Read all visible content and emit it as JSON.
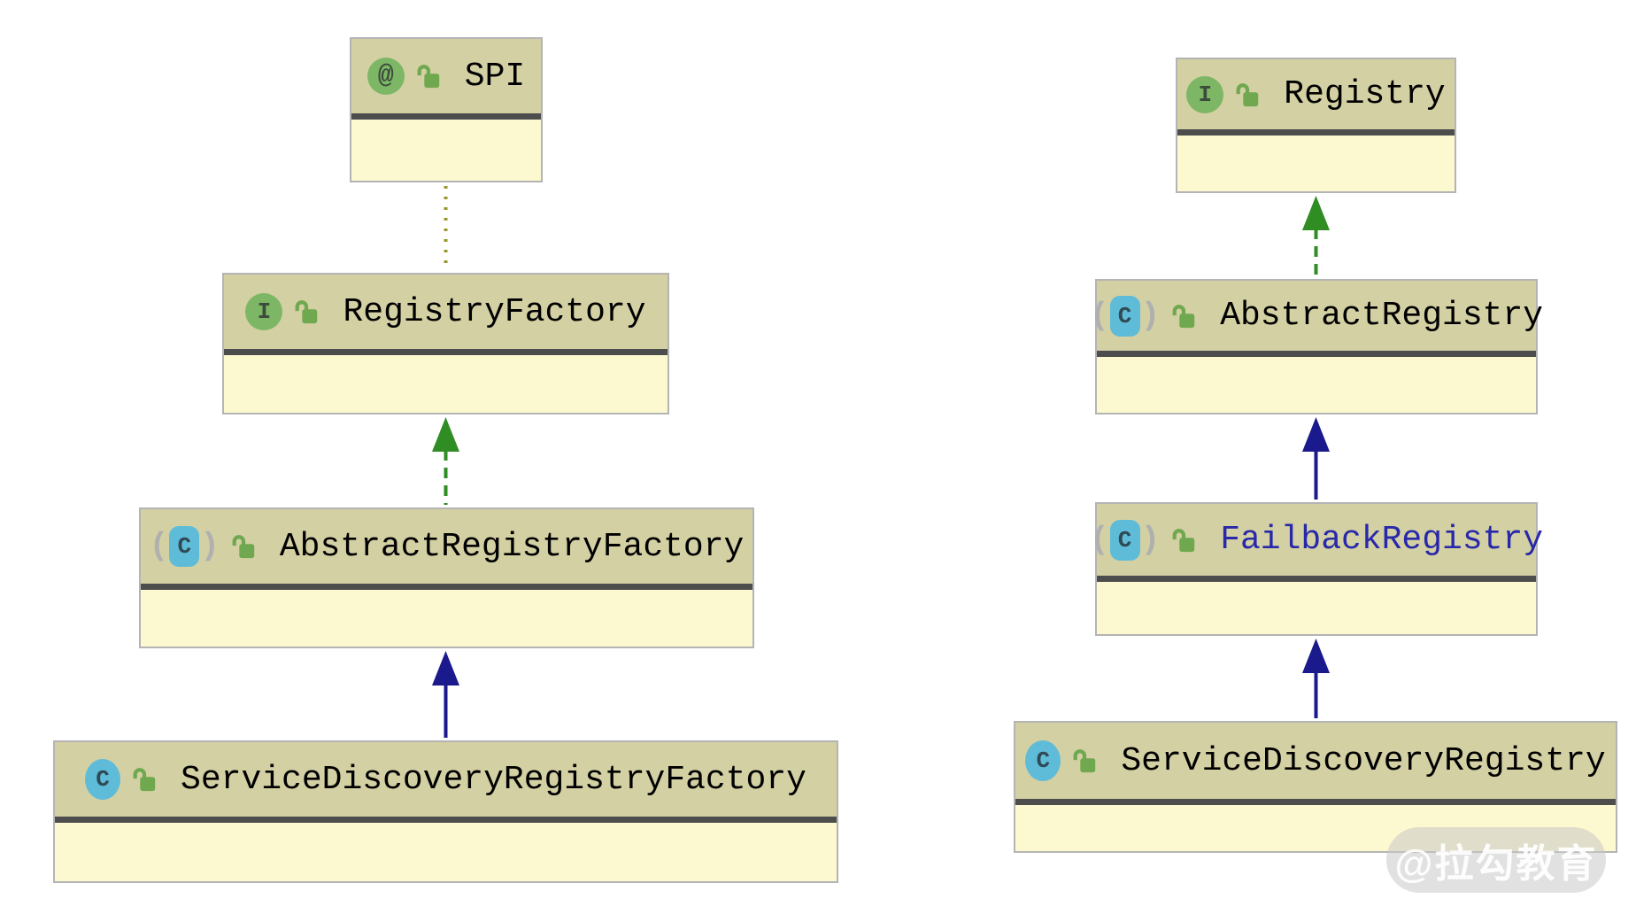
{
  "diagram_type": "uml-class-hierarchy",
  "colors": {
    "page_bg": "#ffffff",
    "box_header_bg": "#d3d0a3",
    "box_body_bg": "#fcf8cf",
    "box_border": "#b4b4b4",
    "box_divider": "#4d4d4d",
    "name_text": "#000000",
    "accent_name_text": "#2828aa",
    "extends_arrow": "#1a1a8c",
    "implements_arrow": "#2f8d24",
    "annotation_line": "#97972a",
    "interface_icon_bg": "#7db765",
    "class_icon_bg": "#5fbcd8",
    "lock_icon": "#6fa84f",
    "abstract_paren": "#b0b0b0"
  },
  "nodes": [
    {
      "label": "SPI",
      "kind": "annotation",
      "icon_glyph": "@",
      "visibility": "public"
    },
    {
      "label": "RegistryFactory",
      "kind": "interface",
      "icon_glyph": "I",
      "visibility": "public"
    },
    {
      "label": "AbstractRegistryFactory",
      "kind": "abstract-class",
      "icon_glyph": "C",
      "visibility": "public"
    },
    {
      "label": "ServiceDiscoveryRegistryFactory",
      "kind": "class",
      "icon_glyph": "C",
      "visibility": "public"
    },
    {
      "label": "Registry",
      "kind": "interface",
      "icon_glyph": "I",
      "visibility": "public"
    },
    {
      "label": "AbstractRegistry",
      "kind": "abstract-class",
      "icon_glyph": "C",
      "visibility": "public"
    },
    {
      "label": "FailbackRegistry",
      "kind": "abstract-class",
      "icon_glyph": "C",
      "visibility": "public"
    },
    {
      "label": "ServiceDiscoveryRegistry",
      "kind": "class",
      "icon_glyph": "C",
      "visibility": "public"
    }
  ],
  "edges": [
    {
      "from": "RegistryFactory",
      "to": "SPI",
      "type": "annotated-with",
      "style": "dotted-olive",
      "arrowhead": "none"
    },
    {
      "from": "AbstractRegistryFactory",
      "to": "RegistryFactory",
      "type": "implements",
      "style": "dashed-green",
      "arrowhead": "solid-triangle"
    },
    {
      "from": "ServiceDiscoveryRegistryFactory",
      "to": "AbstractRegistryFactory",
      "type": "extends",
      "style": "solid-blue",
      "arrowhead": "solid-triangle"
    },
    {
      "from": "AbstractRegistry",
      "to": "Registry",
      "type": "implements",
      "style": "dashed-green",
      "arrowhead": "solid-triangle"
    },
    {
      "from": "FailbackRegistry",
      "to": "AbstractRegistry",
      "type": "extends",
      "style": "solid-blue",
      "arrowhead": "solid-triangle"
    },
    {
      "from": "ServiceDiscoveryRegistry",
      "to": "FailbackRegistry",
      "type": "extends",
      "style": "solid-blue",
      "arrowhead": "solid-triangle"
    }
  ],
  "watermark": {
    "label": "@拉勾教育"
  }
}
